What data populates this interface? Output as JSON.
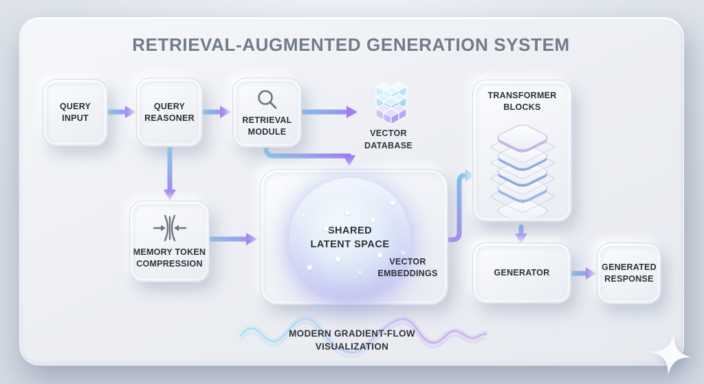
{
  "title": "RETRIEVAL-AUGMENTED GENERATION SYSTEM",
  "nodes": {
    "query_input": "QUERY\nINPUT",
    "query_reasoner": "QUERY\nREASONER",
    "retrieval_module": "RETRIEVAL\nMODULE",
    "vector_database": "VECTOR\nDATABASE",
    "transformer_blocks": "TRANSFORMER\nBLOCKS",
    "memory_token_compression": "MEMORY TOKEN\nCOMPRESSION",
    "shared_latent_space": "SHARED\nLATENT SPACE",
    "vector_embeddings": "VECTOR\nEMBEDDINGS",
    "generator": "GENERATOR",
    "generated_response": "GENERATED\nRESPONSE"
  },
  "caption": "MODERN GRADIENT-FLOW\nVISUALIZATION",
  "icons": {
    "retrieval_module": "search-icon",
    "memory_token_compression": "compress-icon",
    "vector_database": "cube-stack-icon",
    "transformer_blocks": "layer-stack-icon",
    "corner": "sparkle-icon"
  },
  "colors": {
    "flow_blue": "#85c6ee",
    "flow_purple": "#a181f0",
    "panel": "#edeff4",
    "background": "#dde2ea",
    "text_dark": "#2c3037",
    "title_gray": "#717b89"
  }
}
